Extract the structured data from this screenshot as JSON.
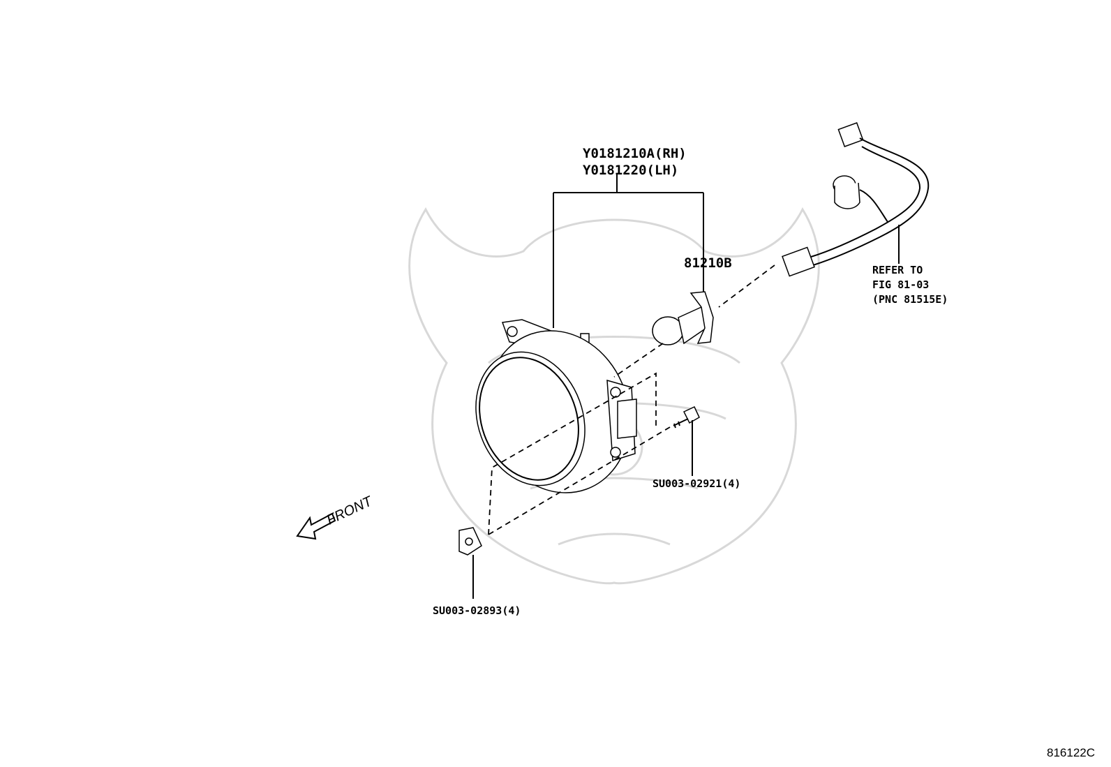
{
  "labels": {
    "housing_rh": "Y0181210A(RH)",
    "housing_lh": "Y0181220(LH)",
    "bulb": "81210B",
    "harness_ref_line1": "REFER TO",
    "harness_ref_line2": "FIG 81-03",
    "harness_ref_line3": "(PNC 81515E)",
    "screw": "SU003-02921(4)",
    "clip": "SU003-02893(4)",
    "front": "FRONT",
    "figure_ref": "816122C"
  }
}
